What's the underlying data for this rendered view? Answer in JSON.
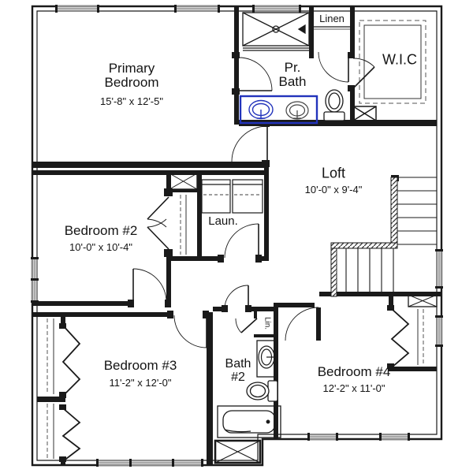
{
  "plan": {
    "type": "floor-plan",
    "accent_color": "#2233bb",
    "line_color": "#1a1a1a",
    "window_color": "#a8a8a8",
    "rooms": {
      "primary_bedroom": {
        "name_line1": "Primary",
        "name_line2": "Bedroom",
        "dims": "15'-8\" x 12'-5\""
      },
      "pr_bath": {
        "name_line1": "Pr.",
        "name_line2": "Bath"
      },
      "linen": {
        "name": "Linen"
      },
      "wic": {
        "name": "W.I.C"
      },
      "loft": {
        "name": "Loft",
        "dims": "10'-0\" x 9'-4\""
      },
      "bedroom2": {
        "name": "Bedroom #2",
        "dims": "10'-0\" x 10'-4\""
      },
      "laundry": {
        "name": "Laun."
      },
      "bedroom3": {
        "name": "Bedroom #3",
        "dims": "11'-2\" x 12'-0\""
      },
      "bath2": {
        "name_line1": "Bath",
        "name_line2": "#2"
      },
      "lin_closet": {
        "name": "Lin."
      },
      "bedroom4": {
        "name": "Bedroom #4",
        "dims": "12'-2\" x 11'-0\""
      }
    },
    "fixtures": [
      "shower",
      "double-vanity",
      "toilet",
      "toilet-2",
      "sink-2",
      "bathtub",
      "washer",
      "dryer",
      "stairs"
    ]
  }
}
